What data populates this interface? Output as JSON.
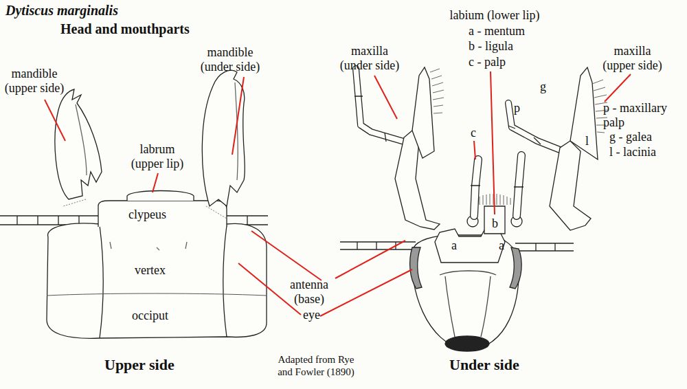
{
  "diagram": {
    "title": "Dytiscus marginalis",
    "caption": "Adapted from Rye and Fowler (1890)",
    "labels": [
      "Head and mouthparts",
      "mandible (upper side)",
      "mandible (under side)",
      "labrum (upper lip)",
      "clypeus",
      "vertex",
      "occiput",
      "maxilla (under side)",
      "labium (lower lip)",
      "a - mentum",
      "b - ligula",
      "c - palp",
      "maxilla (upper side)",
      "g",
      "p",
      "p - maxillary palp",
      "g - galea",
      "l - lacinia",
      "c",
      "l",
      "b",
      "a",
      "a",
      "antenna (base)",
      "eye",
      "Upper side",
      "Under side"
    ]
  }
}
